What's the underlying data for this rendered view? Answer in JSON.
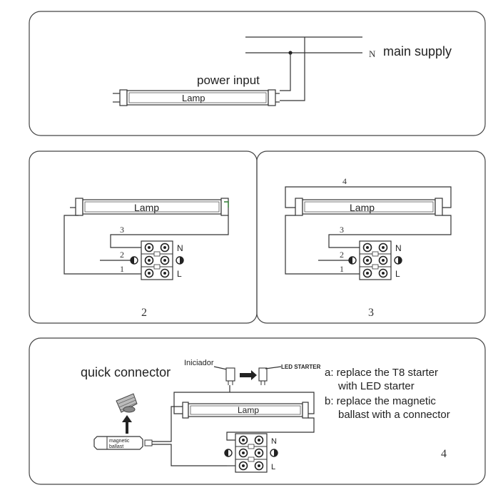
{
  "panel1": {
    "supply_n": "N",
    "main_supply": "main supply",
    "power_input": "power input",
    "lamp": "Lamp"
  },
  "panel2": {
    "lamp": "Lamp",
    "wire_labels": [
      "3",
      "2",
      "1"
    ],
    "terminal_letters": [
      "N",
      "L"
    ],
    "caption": "2"
  },
  "panel3": {
    "lamp": "Lamp",
    "wire_labels": [
      "4",
      "3",
      "2",
      "1"
    ],
    "terminal_letters": [
      "N",
      "L"
    ],
    "caption": "3"
  },
  "panel4": {
    "quick_connector": "quick connector",
    "iniciador": "Iniciador",
    "led_starter": "LED STARTER",
    "ballast_line1": "magnetic",
    "ballast_line2": "ballast",
    "lamp": "Lamp",
    "note_a_line1": "a: replace the T8 starter",
    "note_a_line2": "with LED starter",
    "note_b_line1": "b: replace the magnetic",
    "note_b_line2": "ballast with a  connector",
    "terminal_letters": [
      "N",
      "L"
    ],
    "caption": "4"
  }
}
